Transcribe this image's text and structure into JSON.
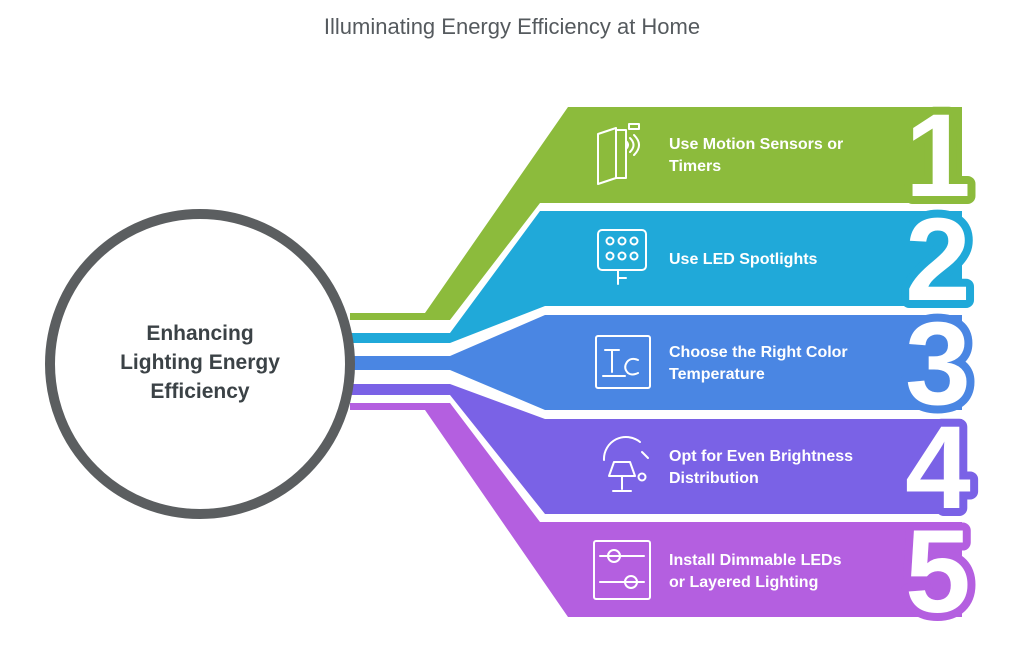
{
  "title": "Illuminating Energy Efficiency at Home",
  "center": {
    "lines": [
      "Enhancing",
      "Lighting Energy",
      "Efficiency"
    ]
  },
  "steps": [
    {
      "number": "1",
      "lines": [
        "Use Motion Sensors or",
        "Timers"
      ],
      "icon": "motion-sensor-icon",
      "color": "#8cbb3c"
    },
    {
      "number": "2",
      "lines": [
        "Use LED Spotlights"
      ],
      "icon": "led-spotlight-icon",
      "color": "#20a9d9"
    },
    {
      "number": "3",
      "lines": [
        "Choose the Right Color",
        "Temperature"
      ],
      "icon": "color-temperature-icon",
      "color": "#4a86e3"
    },
    {
      "number": "4",
      "lines": [
        "Opt for Even Brightness",
        "Distribution"
      ],
      "icon": "lamp-brightness-icon",
      "color": "#7a62e6"
    },
    {
      "number": "5",
      "lines": [
        "Install Dimmable LEDs",
        "or Layered Lighting"
      ],
      "icon": "dimmer-sliders-icon",
      "color": "#b45fe0"
    }
  ]
}
